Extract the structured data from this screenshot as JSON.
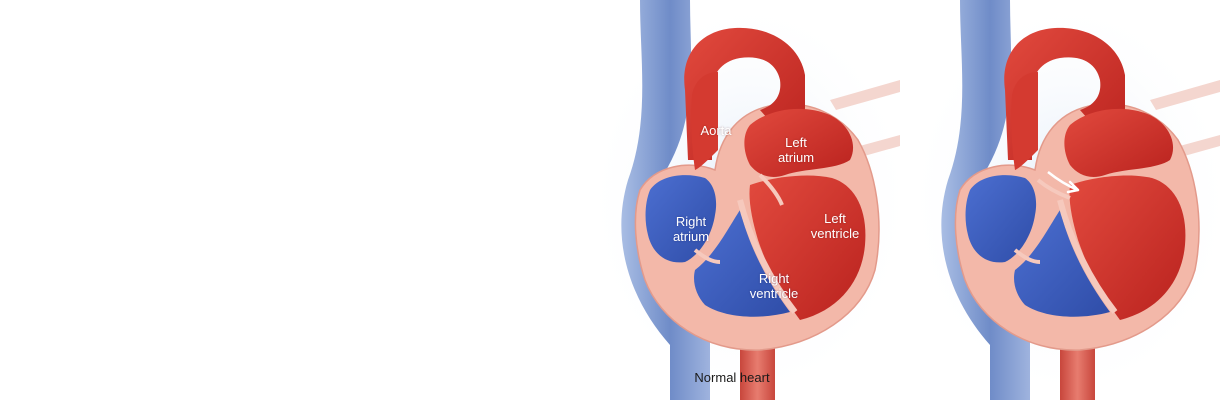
{
  "figure": {
    "labels": {
      "aorta": "Aorta",
      "left_atrium": "Left\natrium",
      "left_ventricle": "Left\nventricle",
      "right_atrium": "Right\natrium",
      "right_ventricle": "Right\nventricle"
    },
    "caption": "Normal heart"
  },
  "colors": {
    "oxygenated_red": "#d3312b",
    "deoxygenated_blue": "#3e5fc0",
    "wall_pink": "#f2b1a3",
    "vessel_blue": "#7f98cc",
    "background": "#ffffff"
  }
}
